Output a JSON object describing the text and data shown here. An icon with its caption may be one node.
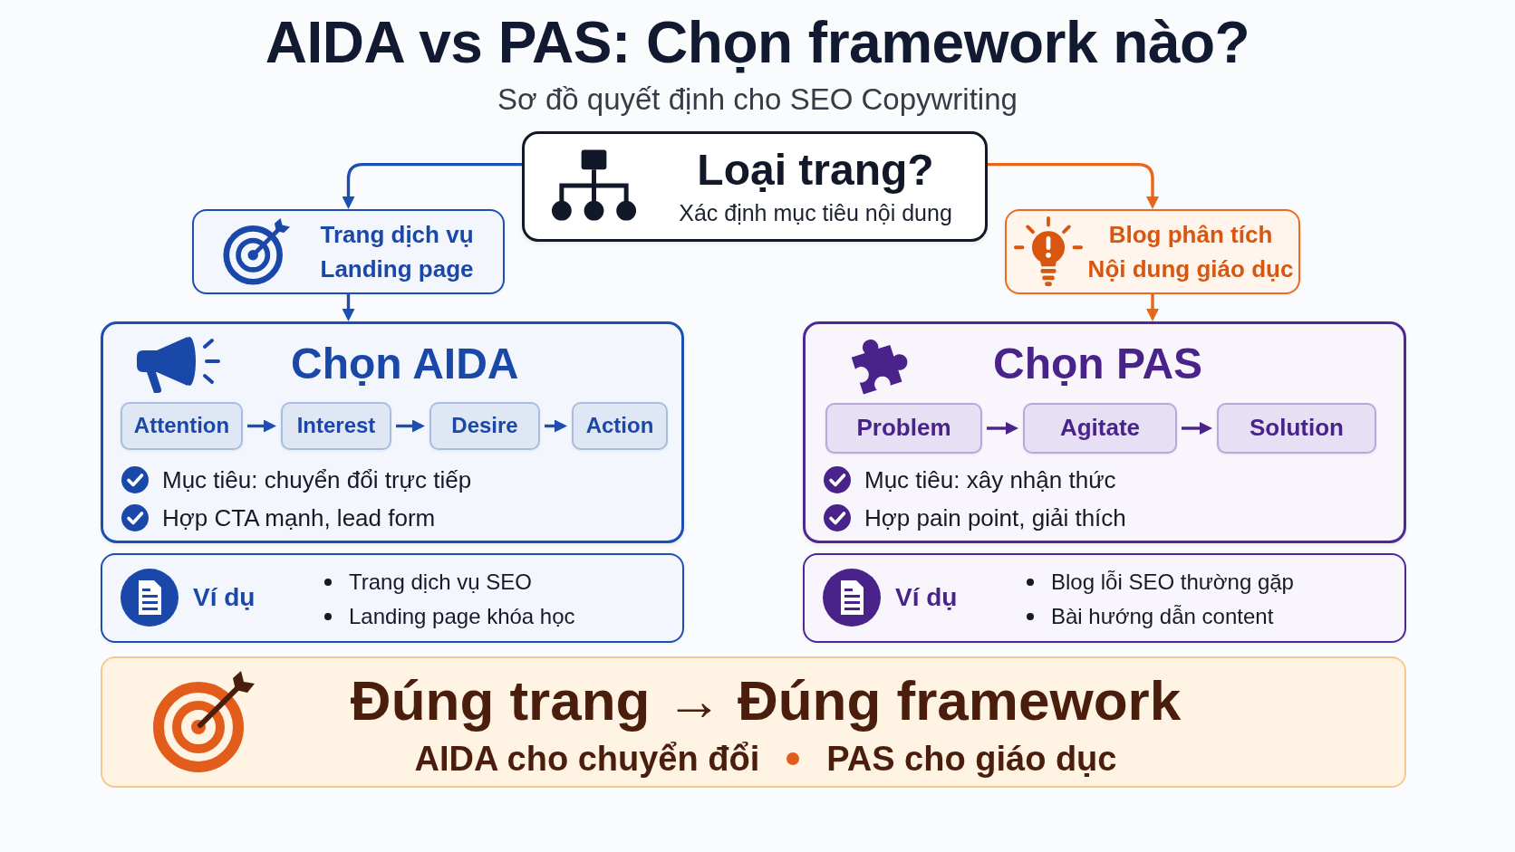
{
  "diagram": {
    "title": "AIDA vs PAS: Chọn framework nào?",
    "nodes": [
      {
        "text": [
          "Loại trang?",
          "Xác định mục tiêu nội dung"
        ]
      },
      {
        "text": [
          "Trang dịch vụ",
          "Landing page"
        ]
      },
      {
        "text": [
          "Blog phân tích",
          "Nội dung giáo dục"
        ]
      },
      {
        "text": [
          "Chọn AIDA",
          "Mục tiêu: chuyển đổi trực tiếp",
          "Hợp CTA mạnh, lead form"
        ]
      },
      {
        "text": [
          "Attention"
        ],
        "in": 3
      },
      {
        "text": [
          "Interest"
        ],
        "in": 3
      },
      {
        "text": [
          "Desire"
        ],
        "in": 3
      },
      {
        "text": [
          "Action"
        ],
        "in": 3
      },
      {
        "text": [
          "Ví dụ",
          "Trang dịch vụ SEO",
          "Landing page khóa học"
        ]
      },
      {
        "text": [
          "Chọn PAS",
          "Mục tiêu: xây nhận thức",
          "Hợp pain point, giải thích"
        ]
      },
      {
        "text": [
          "Problem"
        ],
        "in": 9
      },
      {
        "text": [
          "Agitate"
        ],
        "in": 9
      },
      {
        "text": [
          "Solution"
        ],
        "in": 9
      },
      {
        "text": [
          "Ví dụ",
          "Blog lỗi SEO thường gặp",
          "Bài hướng dẫn content"
        ]
      },
      {
        "text": [
          "Đúng trang → Đúng framework",
          "AIDA cho chuyển đổi",
          "PAS cho giáo dục"
        ]
      }
    ],
    "edges": [
      {
        "from": 0,
        "to": 1,
        "arrow": "to"
      },
      {
        "from": 0,
        "to": 2,
        "arrow": "to",
        "color": "#e8651a"
      },
      {
        "from": 1,
        "to": 3,
        "arrow": "to"
      },
      {
        "from": 2,
        "to": 9,
        "arrow": "to",
        "color": "#e8651a"
      },
      {
        "from": 4,
        "to": 5,
        "arrow": "to"
      },
      {
        "from": 5,
        "to": 6,
        "arrow": "to"
      },
      {
        "from": 6,
        "to": 7,
        "arrow": "to"
      },
      {
        "from": 10,
        "to": 11,
        "arrow": "to",
        "color": "#4a238a"
      },
      {
        "from": 11,
        "to": 12,
        "arrow": "to",
        "color": "#4a238a"
      }
    ],
    "labels": [
      "Sơ đồ quyết định cho SEO Copywriting"
    ]
  }
}
